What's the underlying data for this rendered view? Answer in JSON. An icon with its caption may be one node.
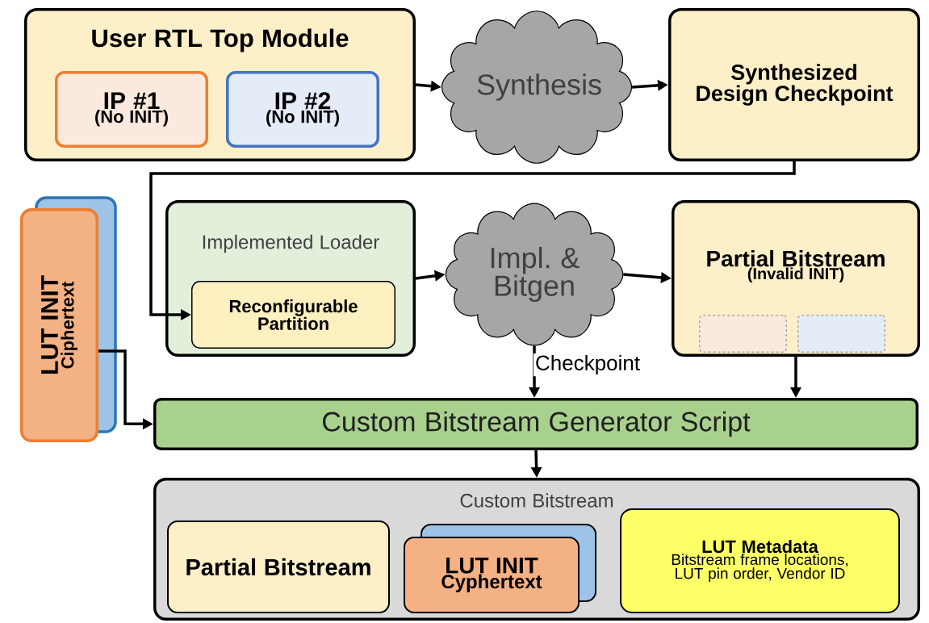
{
  "diagram": {
    "nodes": [
      {
        "text": [
          "User RTL Top Module"
        ]
      },
      {
        "text": [
          "IP #1",
          "(No INIT)"
        ],
        "in": 0
      },
      {
        "text": [
          "IP #2",
          "(No INIT)"
        ],
        "in": 0
      },
      {
        "text": [
          "Synthesis"
        ]
      },
      {
        "text": [
          "Synthesized Design Checkpoint"
        ]
      },
      {
        "text": [
          "Implemented Loader"
        ]
      },
      {
        "text": [
          "Reconfigurable Partition"
        ],
        "in": 5
      },
      {
        "text": [
          "Impl. & Bitgen"
        ]
      },
      {
        "text": [
          "Partial Bitstream",
          "(Invalid INIT)"
        ]
      },
      {
        "text": [],
        "shape": "box",
        "in": 8
      },
      {
        "text": [],
        "shape": "box",
        "in": 8
      },
      {
        "text": [
          "LUT INIT",
          "Ciphertext"
        ]
      },
      {
        "text": [
          "Custom Bitstream Generator Script"
        ]
      },
      {
        "text": [
          "Custom Bitstream"
        ]
      },
      {
        "text": [
          "Partial Bitstream"
        ],
        "in": 13
      },
      {
        "text": [
          "LUT INIT",
          "Cyphertext"
        ],
        "in": 13
      },
      {
        "text": [
          "LUT Metadata",
          "Bitstream frame locations, LUT pin order, Vendor ID"
        ],
        "in": 13
      }
    ],
    "edges": [
      {
        "from": 0,
        "to": 3,
        "arrow": "to"
      },
      {
        "from": 3,
        "to": 4,
        "arrow": "to"
      },
      {
        "from": 4,
        "to": 6,
        "arrow": "to"
      },
      {
        "from": 5,
        "to": 7,
        "arrow": "to"
      },
      {
        "from": 7,
        "to": 8,
        "arrow": "to"
      },
      {
        "from": 7,
        "to": 12,
        "arrow": "to",
        "label": "Checkpoint"
      },
      {
        "from": 8,
        "to": 12,
        "arrow": "to"
      },
      {
        "from": 11,
        "to": 12,
        "arrow": "to"
      },
      {
        "from": 12,
        "to": 13,
        "arrow": "to"
      }
    ]
  }
}
